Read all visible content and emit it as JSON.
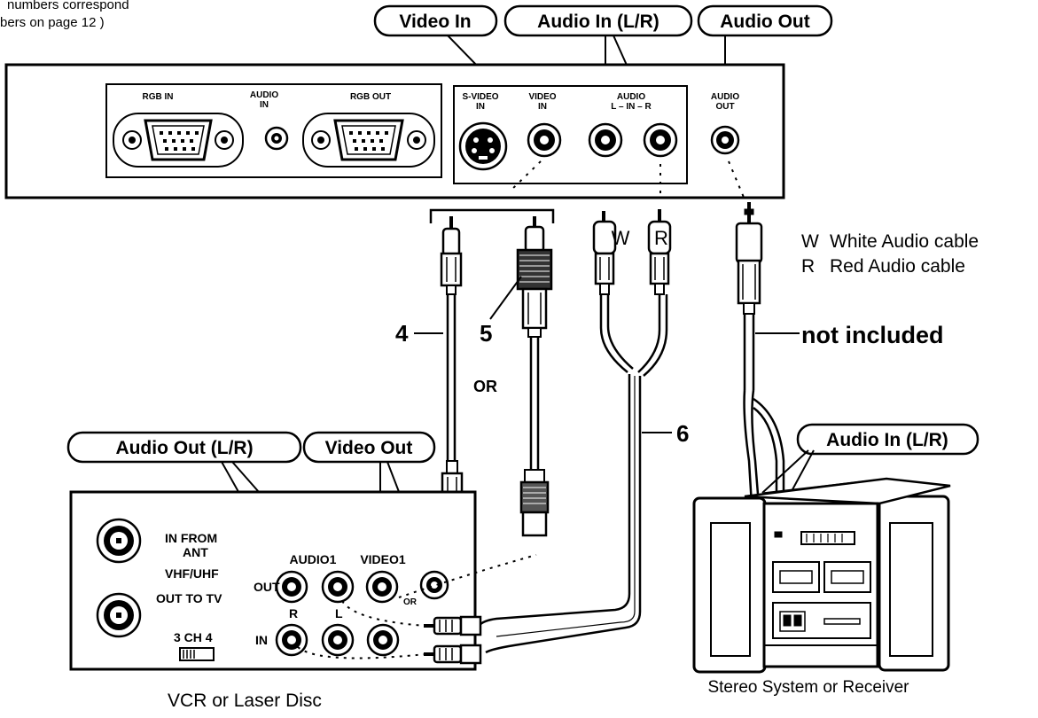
{
  "note_line1": "numbers correspond",
  "note_line2": "bers on page 12 )",
  "pills_top": {
    "video_in": "Video In",
    "audio_in": "Audio In (L/R)",
    "audio_out": "Audio Out"
  },
  "pills_bottom": {
    "audio_out_lr": "Audio Out (L/R)",
    "video_out": "Video Out",
    "stereo_audio_in": "Audio In (L/R)"
  },
  "panel": {
    "rgb_in": "RGB IN",
    "audio_in_1": "AUDIO",
    "audio_in_2": "IN",
    "rgb_out": "RGB OUT",
    "svideo_1": "S-VIDEO",
    "svideo_2": "IN",
    "video_1": "VIDEO",
    "video_2": "IN",
    "audio_lr_1": "AUDIO",
    "audio_lr_2": "L – IN – R",
    "audio_out_1": "AUDIO",
    "audio_out_2": "OUT"
  },
  "legend": {
    "w_key": "W",
    "w_text": "White Audio cable",
    "r_key": "R",
    "r_text": "Red Audio cable"
  },
  "plug_letters": {
    "white": "W",
    "red": "R"
  },
  "callouts": {
    "c4": "4",
    "c5": "5",
    "c6": "6",
    "or": "OR",
    "not_included": "not included"
  },
  "vcr": {
    "in_from": "IN FROM",
    "ant": "ANT",
    "vhf_uhf": "VHF/UHF",
    "out_to_tv": "OUT TO TV",
    "ch": "3 CH 4",
    "audio1": "AUDIO1",
    "video1": "VIDEO1",
    "out": "OUT",
    "in": "IN",
    "r": "R",
    "l": "L",
    "or": "OR"
  },
  "captions": {
    "vcr": "VCR or Laser Disc",
    "stereo": "Stereo System or Receiver"
  }
}
